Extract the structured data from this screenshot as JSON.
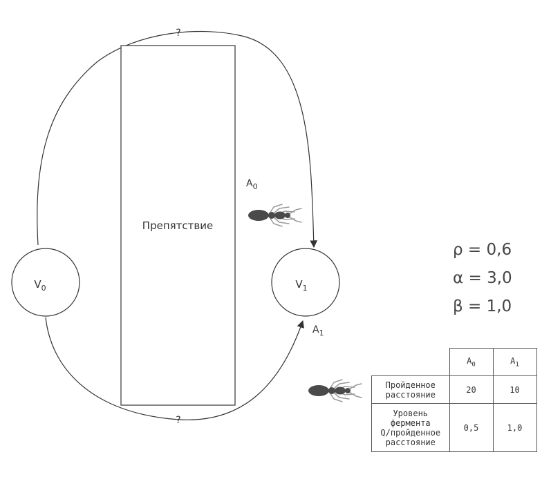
{
  "obstacle_label": "Препятствие",
  "top_path_label": "?",
  "bottom_path_label": "?",
  "nodes": [
    {
      "id": "V0",
      "base": "V",
      "sub": "0"
    },
    {
      "id": "V1",
      "base": "V",
      "sub": "1"
    }
  ],
  "ants": [
    {
      "id": "A0",
      "base": "A",
      "sub": "0"
    },
    {
      "id": "A1",
      "base": "A",
      "sub": "1"
    }
  ],
  "params": [
    {
      "symbol": "ρ",
      "text": " = 0,6"
    },
    {
      "symbol": "α",
      "text": " = 3,0"
    },
    {
      "symbol": "β",
      "text": " = 1,0"
    }
  ],
  "table": {
    "headers": [
      {
        "base": "A",
        "sub": "0"
      },
      {
        "base": "A",
        "sub": "1"
      }
    ],
    "rows": [
      {
        "label": "Пройденное\nрасстояние",
        "values": [
          "20",
          "10"
        ]
      },
      {
        "label": "Уровень\nфермента\nQ/пройденное\nрасстояние",
        "values": [
          "0,5",
          "1,0"
        ]
      }
    ]
  },
  "colors": {
    "line": "#333333",
    "ant": "#4a4a4a",
    "ant_legs": "#9a9a9a"
  }
}
